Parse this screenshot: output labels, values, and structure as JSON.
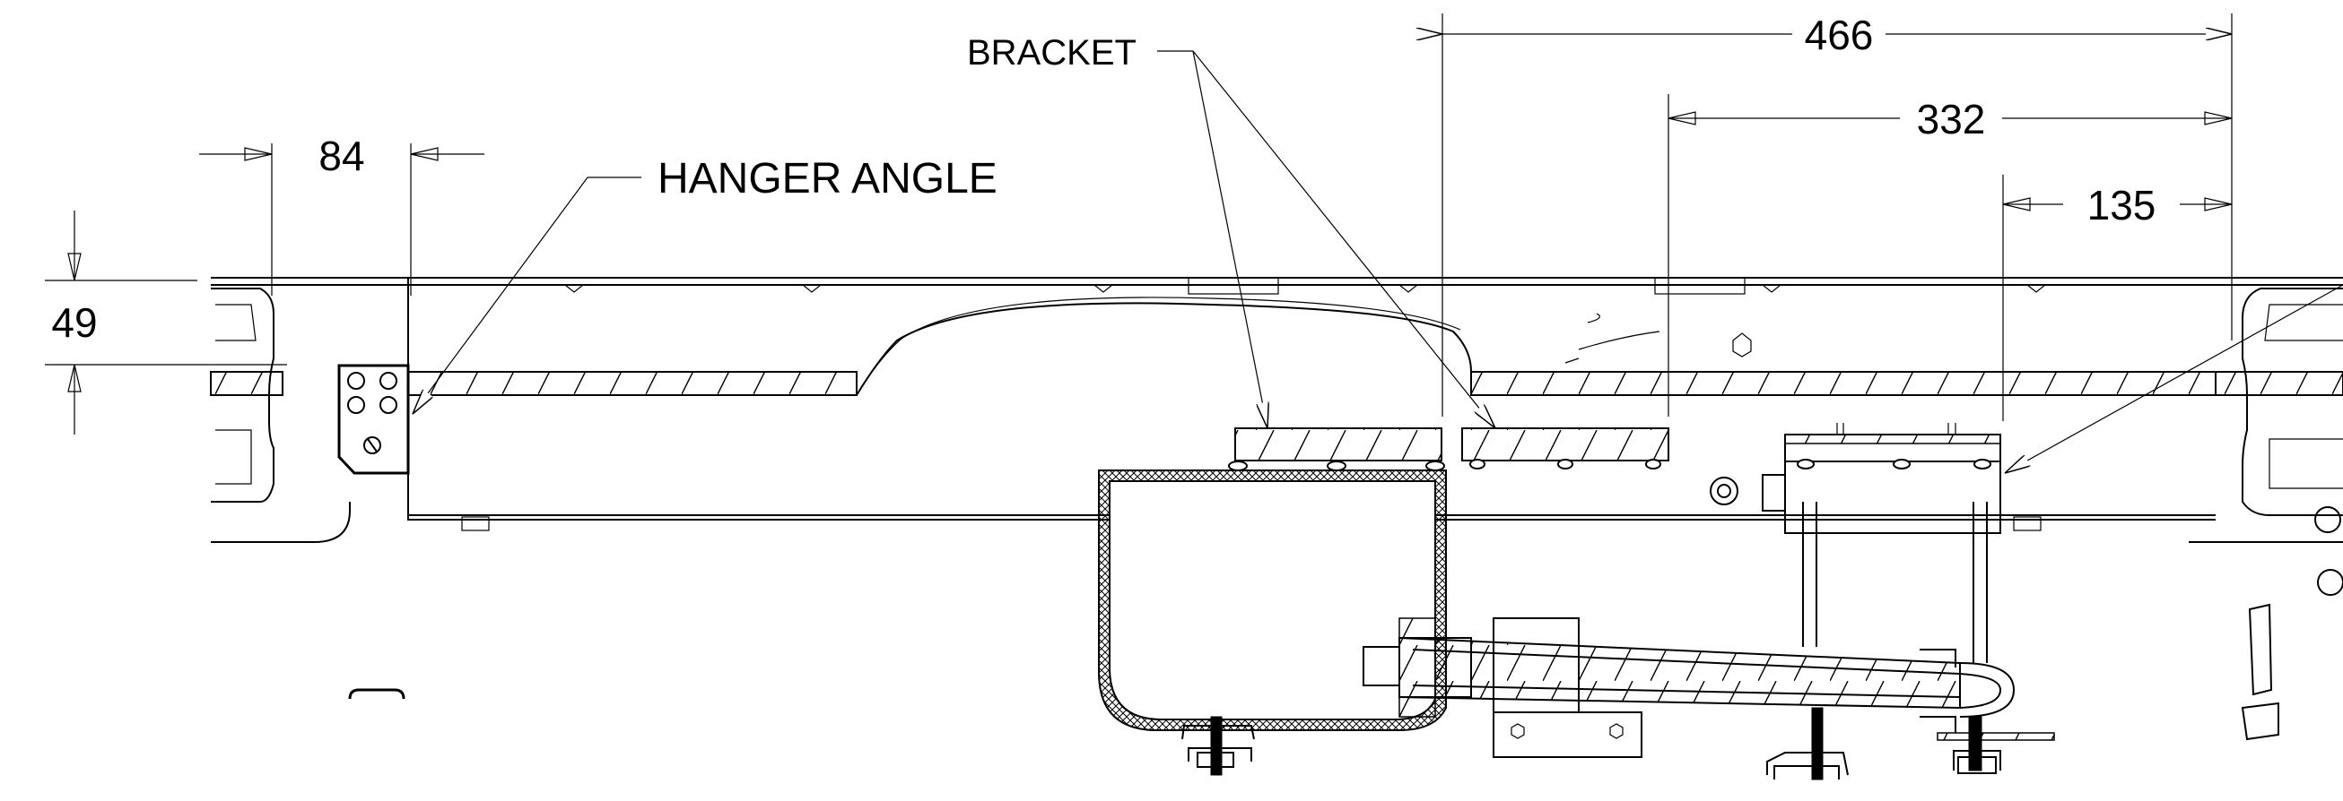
{
  "labels": {
    "bracket": "BRACKET",
    "hanger_angle": "HANGER ANGLE"
  },
  "dimensions": {
    "d466": "466",
    "d332": "332",
    "d135": "135",
    "d84": "84",
    "d49": "49"
  }
}
